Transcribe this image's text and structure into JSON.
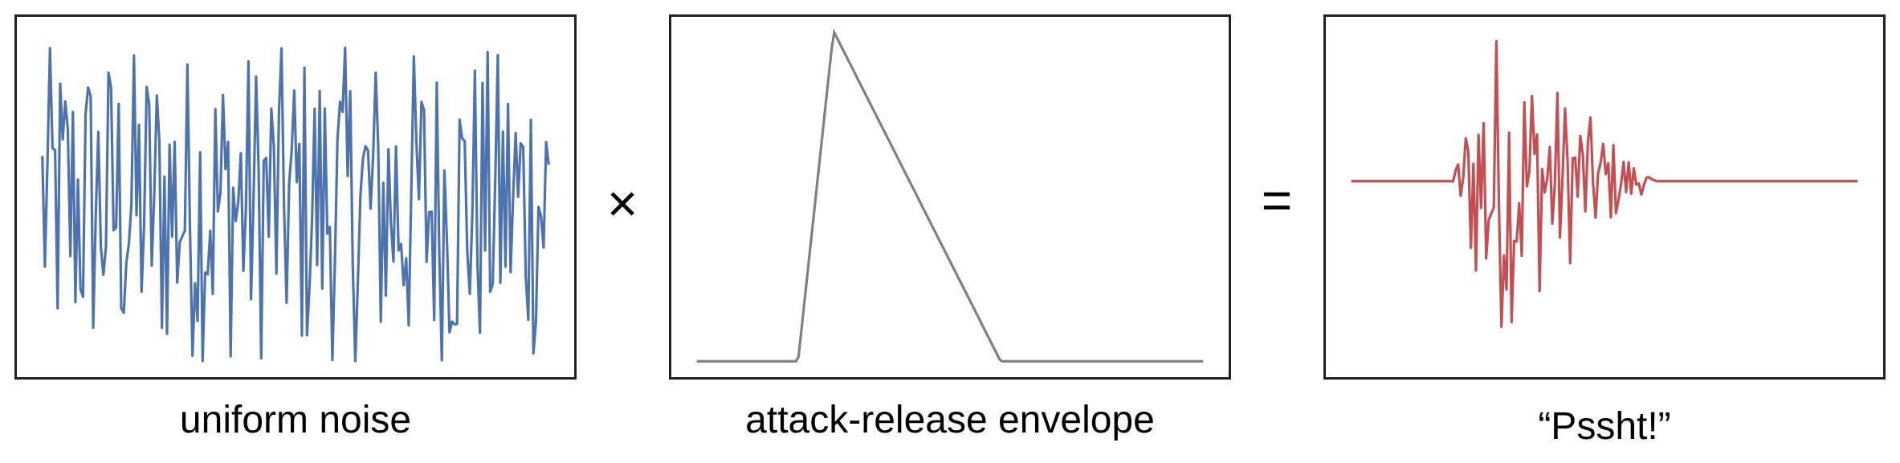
{
  "operators": {
    "multiply": "×",
    "equals": "="
  },
  "captions": {
    "noise": "uniform noise",
    "envelope": "attack-release envelope",
    "result": "“Pssht!”"
  },
  "colors": {
    "noise": "#4c72b0",
    "envelope": "#808080",
    "result": "#c44e52",
    "frame": "#222222"
  },
  "signal": {
    "samples": 200,
    "noise_range": [
      -1,
      1
    ],
    "envelope": {
      "attack_start": 0.2,
      "peak": 0.27,
      "release_end": 0.6,
      "peak_value": 1
    }
  }
}
